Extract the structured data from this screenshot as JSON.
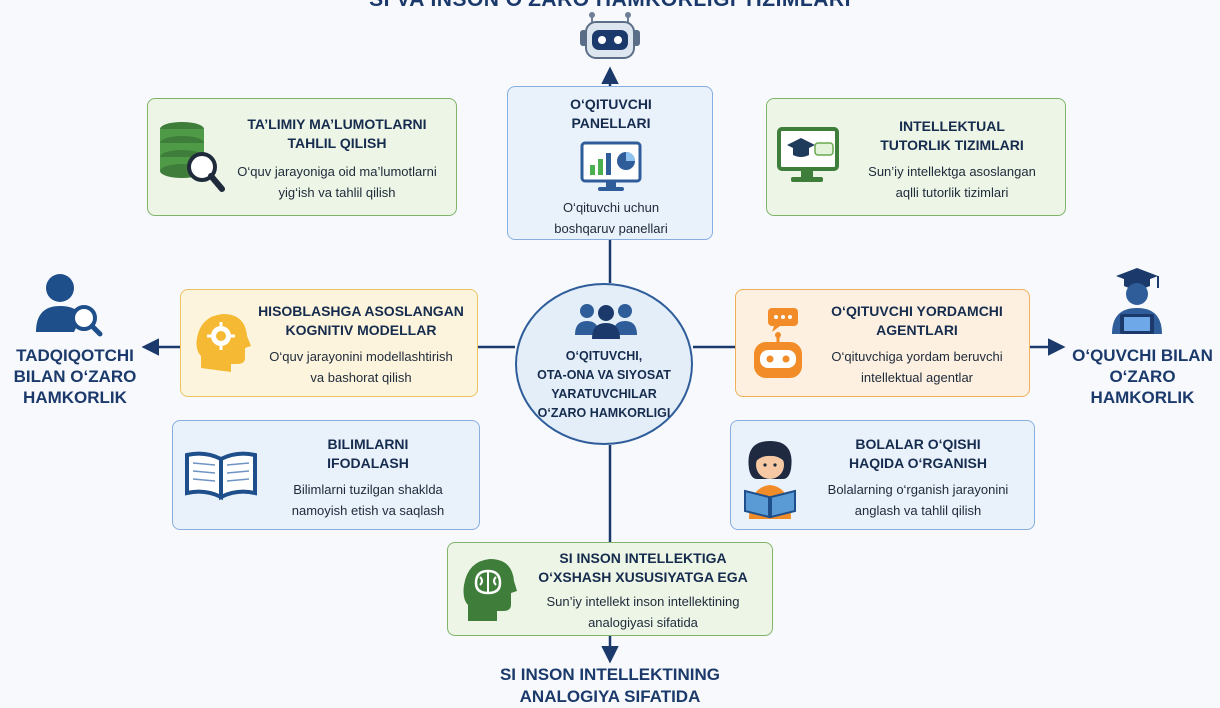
{
  "header": {
    "title": "SI VA INSON O'ZARO HAMKORLIGI TIZIMLARI"
  },
  "center": {
    "text": "O‘QITUVCHI,\nOTA-ONA VA SIYOSAT\nYARATUVCHILAR\nO‘ZARO HAMKORLIGI"
  },
  "left_label": "TADQIQOTCHI\nBILAN O‘ZARO\nHAMKORLIK",
  "right_label": "O‘QUVCHI BILAN\nO‘ZARO\nHAMKORLIK",
  "bottom_label": "SI INSON INTELLEKTINING\nANALOGIYA SIFATIDA",
  "cards": {
    "teacher_panels": {
      "title": "O‘QITUVCHI\nPANELLARI",
      "desc": "O‘qituvchi uchun\nboshqaruv panellari",
      "icon": "dashboard-monitor-icon"
    },
    "data_analysis": {
      "title": "TA’LIMIY MA’LUMOTLARNI\nTAHLIL QILISH",
      "desc": "O‘quv jarayoniga oid ma’lumotlarni\nyig‘ish va tahlil qilish",
      "icon": "database-search-icon"
    },
    "tutoring": {
      "title": "INTELLEKTUAL\nTUTORLIK TIZIMLARI",
      "desc": "Sun’iy intellektga asoslangan\naqlli tutorlik tizimlari",
      "icon": "tutor-monitor-icon"
    },
    "cognitive": {
      "title": "HISOBLASHGA ASOSLANGAN\nKOGNITIV MODELLAR",
      "desc": "O‘quv jarayonini modellashtirish\nva bashorat qilish",
      "icon": "head-gear-icon"
    },
    "agents": {
      "title": "O‘QITUVCHI YORDAMCHI\nAGENTLARI",
      "desc": "O‘qituvchiga yordam beruvchi\nintellektual agentlar",
      "icon": "robot-chat-icon"
    },
    "knowledge": {
      "title": "BILIMLARNI\nIFODALASH",
      "desc": "Bilimlarni tuzilgan shaklda\nnamoyish etish va saqlash",
      "icon": "open-book-icon"
    },
    "children": {
      "title": "BOLALAR O‘QISHI\nHAQIDA O‘RGANISH",
      "desc": "Bolalarning o‘rganish jarayonini\nanglash va tahlil qilish",
      "icon": "child-reading-icon"
    },
    "human_like": {
      "title": "SI INSON INTELLEKTIGA\nO‘XSHASH XUSUSIYATGA EGA",
      "desc": "Sun’iy intellekt inson intellektining\nanalogiyasi sifatida",
      "icon": "brain-head-icon"
    }
  },
  "colors": {
    "navy": "#1b3a6b",
    "green_border": "#7fb46a",
    "blue_border": "#87aee0",
    "yellow_border": "#ecc35e",
    "orange_border": "#f0b05a"
  }
}
